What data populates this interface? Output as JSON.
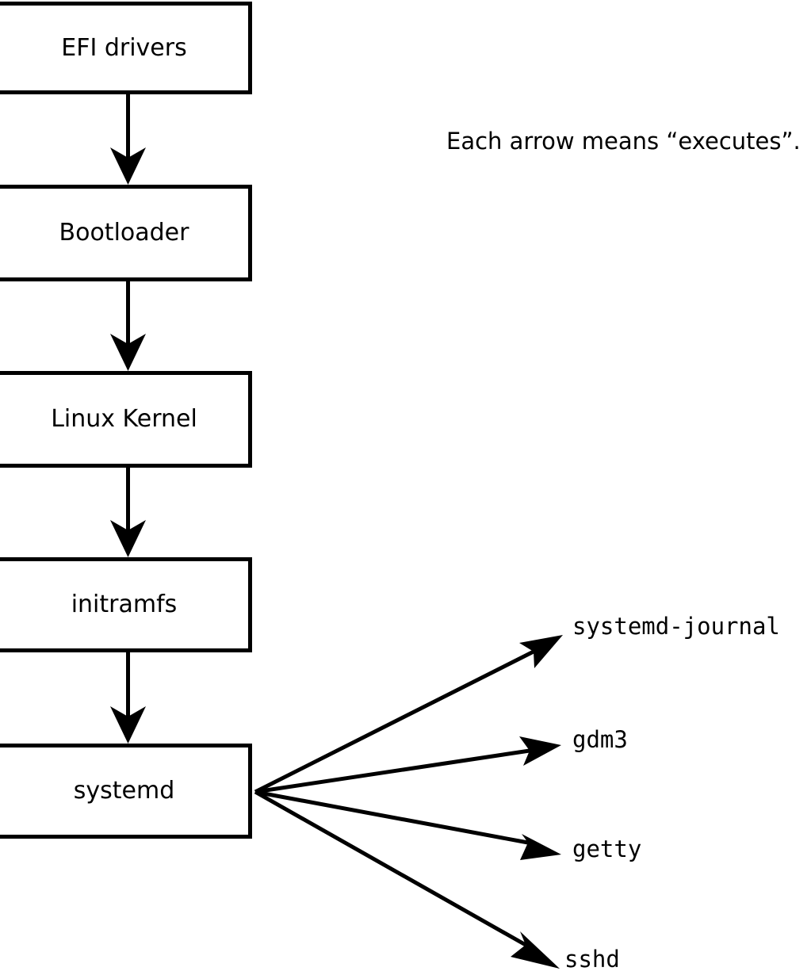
{
  "diagram": {
    "caption": "Each arrow means “executes”.",
    "chain": [
      {
        "label": "EFI drivers"
      },
      {
        "label": "Bootloader"
      },
      {
        "label": "Linux Kernel"
      },
      {
        "label": "initramfs"
      },
      {
        "label": "systemd"
      }
    ],
    "services": [
      {
        "label": "systemd-journal"
      },
      {
        "label": "gdm3"
      },
      {
        "label": "getty"
      },
      {
        "label": "sshd"
      }
    ],
    "colors": {
      "stroke": "#000000",
      "fill": "#ffffff",
      "text": "#000000"
    }
  }
}
